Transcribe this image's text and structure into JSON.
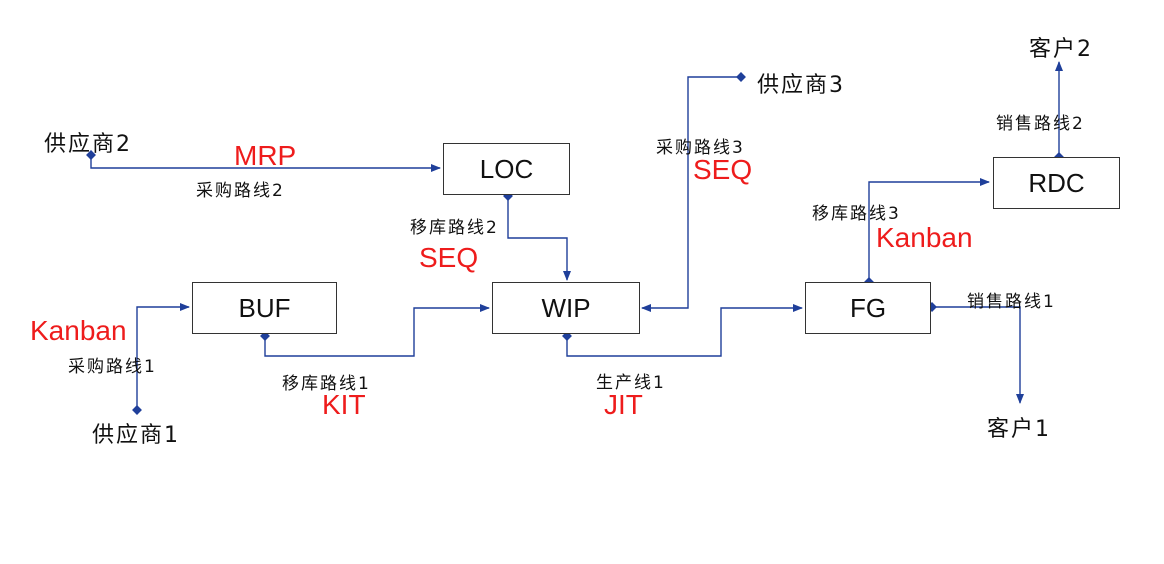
{
  "colors": {
    "line": "#1f3f9a",
    "method": "#ee1c1c",
    "box_border": "#333333"
  },
  "boxes": {
    "loc": "LOC",
    "buf": "BUF",
    "wip": "WIP",
    "fg": "FG",
    "rdc": "RDC"
  },
  "nodes": {
    "supplier1": "供应商1",
    "supplier2": "供应商2",
    "supplier3": "供应商3",
    "customer1": "客户1",
    "customer2": "客户2"
  },
  "routes": {
    "purchase1": "采购路线1",
    "purchase2": "采购路线2",
    "purchase3": "采购路线3",
    "transfer1": "移库路线1",
    "transfer2": "移库路线2",
    "transfer3": "移库路线3",
    "production1": "生产线1",
    "sales1": "销售路线1",
    "sales2": "销售路线2"
  },
  "methods": {
    "mrp": "MRP",
    "seq_loc": "SEQ",
    "seq_supplier3": "SEQ",
    "kanban_supplier1": "Kanban",
    "kanban_fg": "Kanban",
    "kit": "KIT",
    "jit": "JIT"
  }
}
